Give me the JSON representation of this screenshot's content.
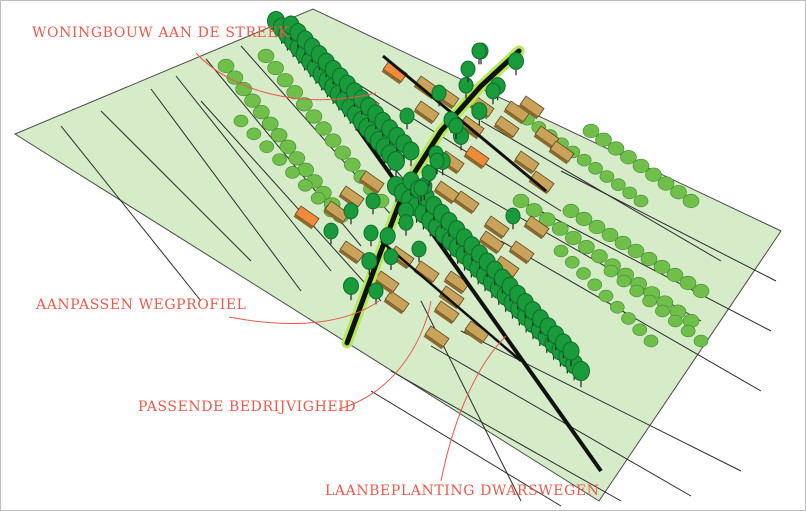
{
  "colors": {
    "ground": "#d6ecc9",
    "ground_stroke": "#4a4a4a",
    "road": "#111111",
    "road_verge": "#b4ea55",
    "tree_canopy": "#199a3b",
    "tree_canopy_dark": "#0e6e2a",
    "hedge": "#6fbf4a",
    "house": "#c9a35a",
    "house_accent": "#f08a3c",
    "label_text": "#ea5a4e",
    "leader_line": "#ea5a4e"
  },
  "labels": {
    "woningbouw": "WONINGBOUW AAN DE STREEK",
    "wegprofiel": "AANPASSEN WEGPROFIEL",
    "bedrijvigheid": "PASSENDE BEDRIJVIGHEID",
    "laanbeplanting": "LAANBEPLANTING DWARSWEGEN"
  },
  "icons": {
    "tree": "tree-icon",
    "house": "house-block-icon",
    "hedge": "hedge-icon"
  }
}
